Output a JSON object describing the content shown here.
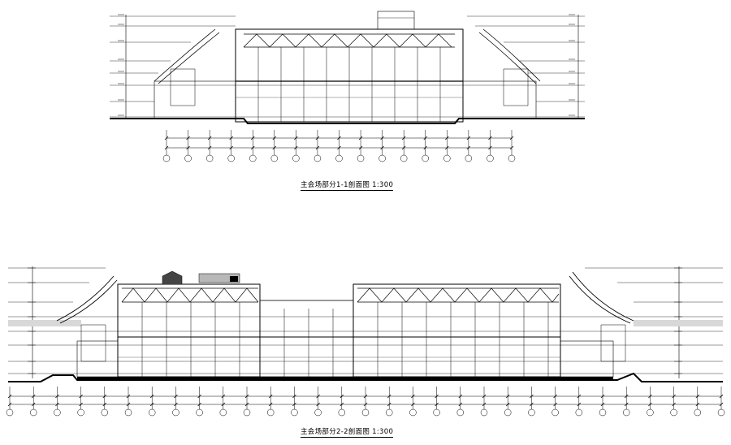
{
  "sections": [
    {
      "id": "section-1-1",
      "caption": "主会场部分1-1剖面图  1:300",
      "axis_count": 17
    },
    {
      "id": "section-2-2",
      "caption": "主会场部分2-2剖面图  1:300",
      "axis_count": 31
    }
  ],
  "colors": {
    "line": "#000000",
    "hatch": "#666666",
    "glazing": "#9a9a9a",
    "ground": "#000000"
  }
}
